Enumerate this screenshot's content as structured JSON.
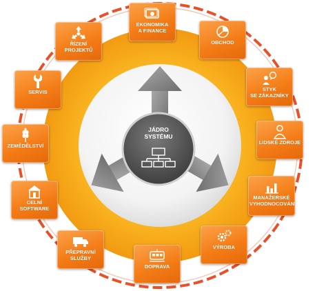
{
  "hub": {
    "title": "JÁDRO\nSYSTÉMU",
    "icon": "org-chart-icon"
  },
  "modules": [
    {
      "id": "ekonomika",
      "label": "EKONOMIKA\nA FINANCE",
      "icon": "money-icon"
    },
    {
      "id": "obchod",
      "label": "OBCHOD",
      "icon": "pie-chart-icon"
    },
    {
      "id": "styk",
      "label": "STYK\nSE ZÁKAZNÍKY",
      "icon": "chat-people-icon"
    },
    {
      "id": "lidske",
      "label": "LIDSKÉ ZDROJE",
      "icon": "person-icon"
    },
    {
      "id": "manazerske",
      "label": "MANAŽERSKÉ\nVYHODNOCOVÁNÍ",
      "icon": "bar-chart-icon"
    },
    {
      "id": "vyroba",
      "label": "VÝROBA",
      "icon": "gears-icon"
    },
    {
      "id": "doprava",
      "label": "DOPRAVA",
      "icon": "tram-icon"
    },
    {
      "id": "prepravni",
      "label": "PŘEPRAVNÍ SLUŽBY",
      "icon": "truck-icon"
    },
    {
      "id": "celni",
      "label": "CELNÍ SOFTWARE",
      "icon": "customs-house-icon"
    },
    {
      "id": "zemedelstvi",
      "label": "ZEMĚDĚLSTVÍ",
      "icon": "wheat-icon"
    },
    {
      "id": "servis",
      "label": "SERVIS",
      "icon": "wrench-icon"
    },
    {
      "id": "rizeni",
      "label": "ŘÍZENÍ PROJEKTŮ",
      "icon": "project-arrows-icon"
    }
  ],
  "colors": {
    "ring": "#f7a81b",
    "tile": "#f47d17",
    "hub": "#5a5a5a",
    "arrow": "#8a8a8a",
    "track": "#e04a25"
  }
}
